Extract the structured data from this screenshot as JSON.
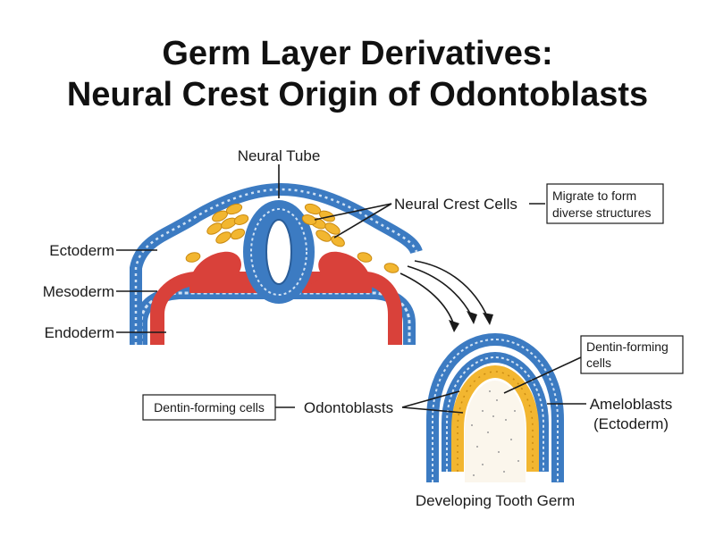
{
  "title": {
    "line1": "Germ Layer Derivatives:",
    "line2": "Neural Crest Origin of Odontoblasts"
  },
  "embryo": {
    "neural_tube": "Neural Tube",
    "neural_crest_cells": "Neural Crest Cells",
    "migrate_note_line1": "Migrate to form",
    "migrate_note_line2": "diverse structures",
    "ectoderm": "Ectoderm",
    "mesoderm": "Mesoderm",
    "endoderm": "Endoderm"
  },
  "tooth": {
    "dentin_note_right_line1": "Dentin-forming",
    "dentin_note_right_line2": "cells",
    "dentin_note_left": "Dentin-forming cells",
    "odontoblasts": "Odontoblasts",
    "ameloblasts_line1": "Ameloblasts",
    "ameloblasts_line2": "(Ectoderm)",
    "caption": "Developing Tooth Germ"
  },
  "colors": {
    "ectoderm_blue": "#3c7bc2",
    "light_blue": "#cfe1f4",
    "mesoderm_red": "#d9413a",
    "crest_yellow": "#f2b630",
    "pulp": "#fbf6ec"
  }
}
